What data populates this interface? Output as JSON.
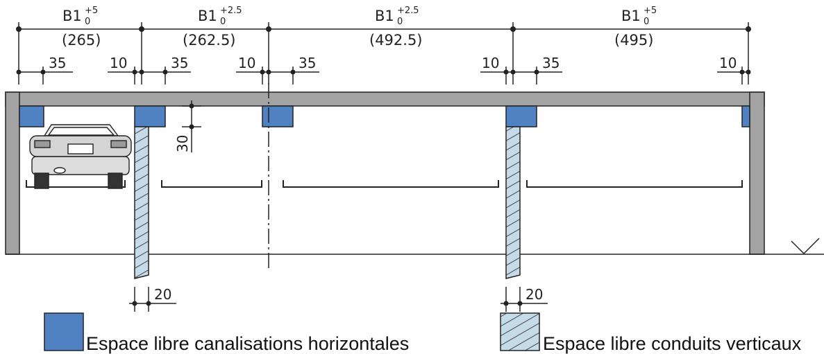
{
  "colors": {
    "structure": "#a3a3a3",
    "structure_stroke": "#222222",
    "horizontal_space": "#4f81c3",
    "vertical_space": "#c5dbe8",
    "ink": "#222222"
  },
  "spans": [
    {
      "label": "B1",
      "sup": "+5",
      "sub": "0",
      "value": "(265)"
    },
    {
      "label": "B1",
      "sup": "+2.5",
      "sub": "0",
      "value": "(262.5)"
    },
    {
      "label": "B1",
      "sup": "+2.5",
      "sub": "0",
      "value": "(492.5)"
    },
    {
      "label": "B1",
      "sup": "+5",
      "sub": "0",
      "value": "(495)"
    }
  ],
  "small_dims": {
    "d35": "35",
    "d10": "10",
    "d20": "20",
    "d30": "30"
  },
  "legend": {
    "horizontal_label": "Espace libre canalisations horizontales",
    "vertical_label": "Espace libre conduits verticaux"
  },
  "icons": {
    "car": "car-rear-icon",
    "floor_level": "level-mark-icon"
  }
}
